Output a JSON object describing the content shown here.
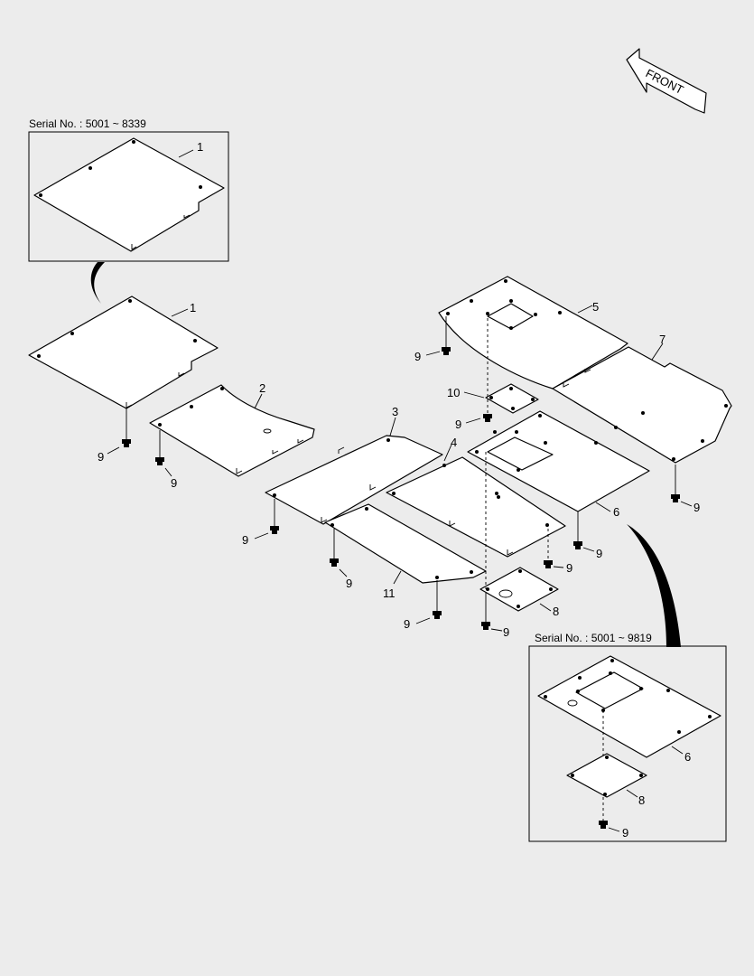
{
  "front_label": "FRONT",
  "insets": [
    {
      "serial": "Serial No. : 5001 ~ 8339"
    },
    {
      "serial": "Serial No. : 5001 ~ 9819"
    }
  ],
  "callouts": {
    "inset1_p1": "1",
    "p1": "1",
    "p2": "2",
    "p3": "3",
    "p4": "4",
    "p5": "5",
    "p6": "6",
    "p7": "7",
    "p8": "8",
    "p10": "10",
    "p11": "11",
    "b_p1": "9",
    "b_p2": "9",
    "b_p3": "9",
    "b_p11": "9",
    "b_p4": "9",
    "b_p8": "9",
    "b_p6": "9",
    "b_p5": "9",
    "b_p10": "9",
    "b_p7": "9",
    "inset2_p6": "6",
    "inset2_p8": "8",
    "inset2_b": "9"
  }
}
